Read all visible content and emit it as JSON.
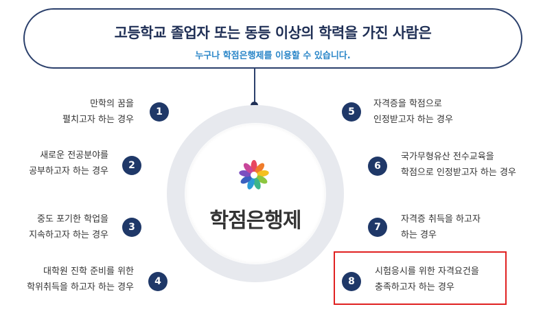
{
  "banner": {
    "title": "고등학교 졸업자 또는 동등 이상의 학력을 가진 사람은",
    "subtitle": "누구나 학점은행제를 이용할 수 있습니다."
  },
  "center": {
    "title": "학점은행제"
  },
  "left_items": [
    {
      "number": "1",
      "text": "만학의 꿈을\n펼치고자 하는 경우"
    },
    {
      "number": "2",
      "text": "새로운 전공분야를\n공부하고자 하는 경우"
    },
    {
      "number": "3",
      "text": "중도 포기한 학업을\n지속하고자 하는 경우"
    },
    {
      "number": "4",
      "text": "대학원 진학 준비를 위한\n학위취득을 하고자 하는 경우"
    }
  ],
  "right_items": [
    {
      "number": "5",
      "text": "자격증을 학점으로\n인정받고자 하는 경우"
    },
    {
      "number": "6",
      "text": "국가무형유산 전수교육을\n학점으로 인정받고자 하는 경우"
    },
    {
      "number": "7",
      "text": "자격증 취득을 하고자\n하는 경우"
    },
    {
      "number": "8",
      "text": "시험응시를 위한 자격요건을\n충족하고자 하는 경우"
    }
  ],
  "highlighted_item": "8",
  "colors": {
    "navy": "#1f3868",
    "accent_blue": "#2a86c8",
    "highlight_red": "#e02020",
    "ring": "#e7e9ee"
  }
}
